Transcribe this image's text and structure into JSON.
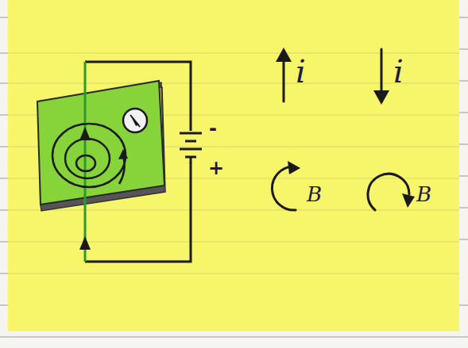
{
  "diagram": {
    "labels": [
      "i",
      "i",
      "B",
      "B",
      "-",
      "+"
    ]
  }
}
